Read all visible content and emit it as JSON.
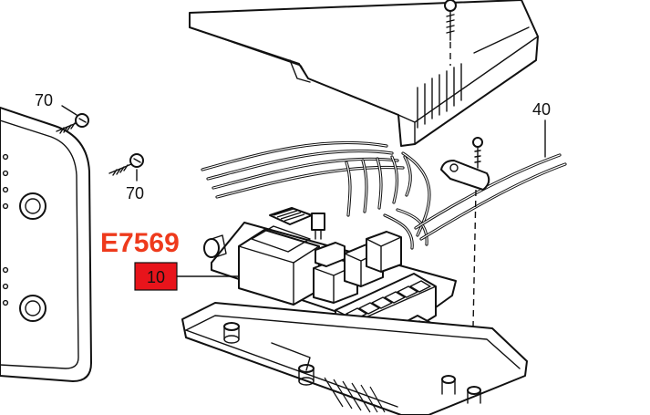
{
  "diagram": {
    "product_code": "E7569",
    "highlighted_part": "10",
    "callouts": {
      "screw_upper": "70",
      "screw_lower": "70",
      "cable": "40"
    },
    "colors": {
      "code_text": "#ee3a1c",
      "badge_fill": "#e8141b",
      "line": "#111111",
      "background": "#ffffff"
    }
  }
}
